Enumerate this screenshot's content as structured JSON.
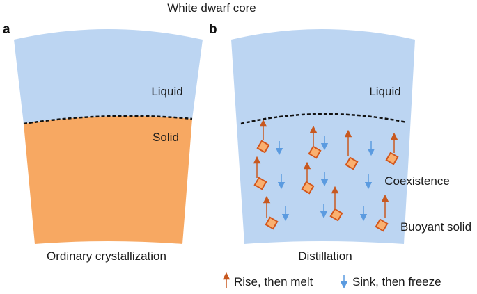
{
  "title": "White dwarf core",
  "panels": [
    {
      "letter": "a",
      "liquid_label": "Liquid",
      "solid_label": "Solid",
      "caption": "Ordinary crystallization"
    },
    {
      "letter": "b",
      "liquid_label": "Liquid",
      "coexistence_label": "Coexistence",
      "buoyant_label": "Buoyant solid",
      "caption": "Distillation"
    }
  ],
  "legend": {
    "rise_label": "Rise, then melt",
    "sink_label": "Sink, then freeze"
  },
  "colors": {
    "liquid": "#bcd5f2",
    "solid": "#f7a862",
    "crystal_fill": "#f9b070",
    "crystal_stroke": "#d2561c",
    "rise_arrow": "#c8581f",
    "sink_arrow": "#5b9be0",
    "boundary": "#111111"
  }
}
